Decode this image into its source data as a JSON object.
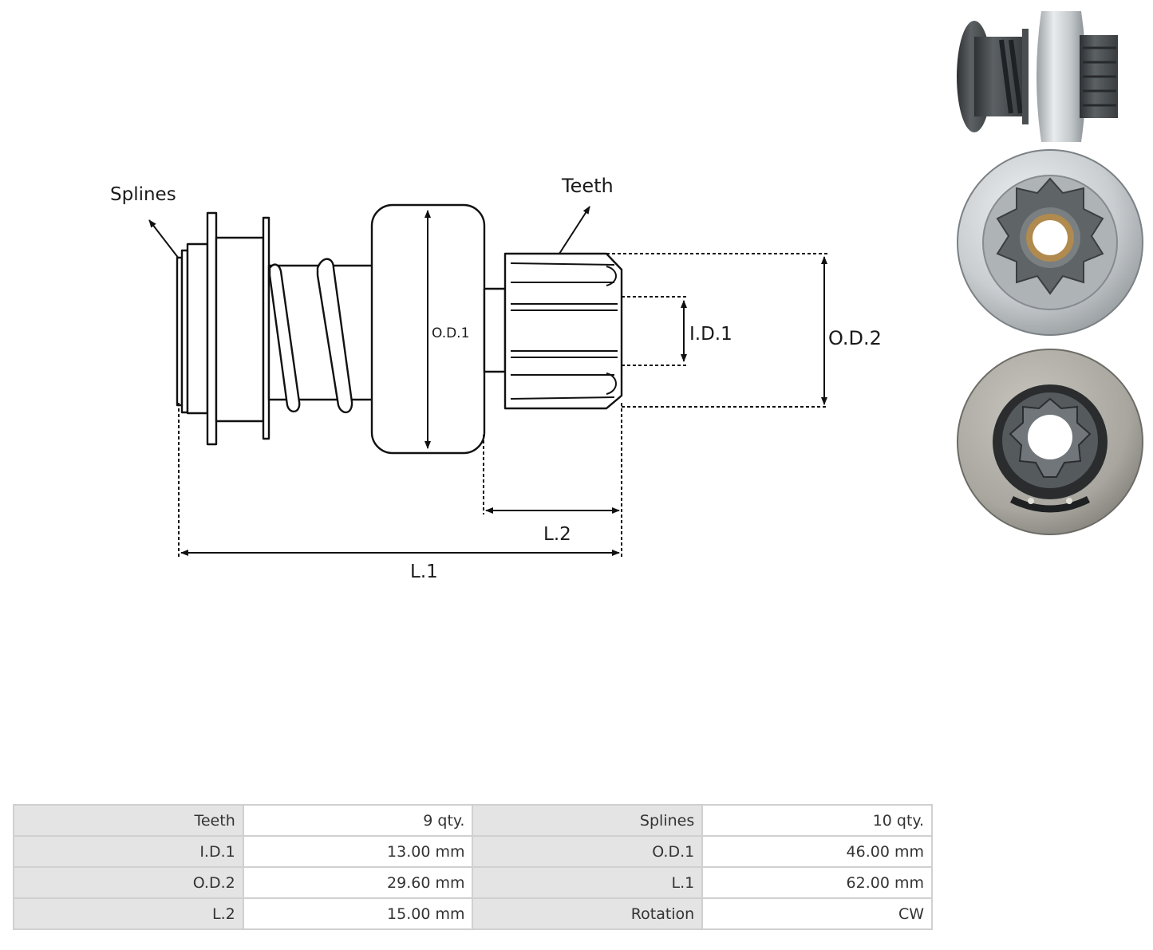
{
  "diagram": {
    "labels": {
      "splines": "Splines",
      "teeth": "Teeth",
      "od1": "O.D.1",
      "id1": "I.D.1",
      "od2": "O.D.2",
      "l1": "L.1",
      "l2": "L.2"
    }
  },
  "photos": [
    {
      "name": "side-view-photo"
    },
    {
      "name": "front-view-photo"
    },
    {
      "name": "rear-view-photo"
    }
  ],
  "specs": {
    "rows": [
      {
        "k1": "Teeth",
        "v1": "9 qty.",
        "k2": "Splines",
        "v2": "10 qty."
      },
      {
        "k1": "I.D.1",
        "v1": "13.00 mm",
        "k2": "O.D.1",
        "v2": "46.00 mm"
      },
      {
        "k1": "O.D.2",
        "v1": "29.60 mm",
        "k2": "L.1",
        "v2": "62.00 mm"
      },
      {
        "k1": "L.2",
        "v1": "15.00 mm",
        "k2": "Rotation",
        "v2": "CW"
      }
    ]
  }
}
